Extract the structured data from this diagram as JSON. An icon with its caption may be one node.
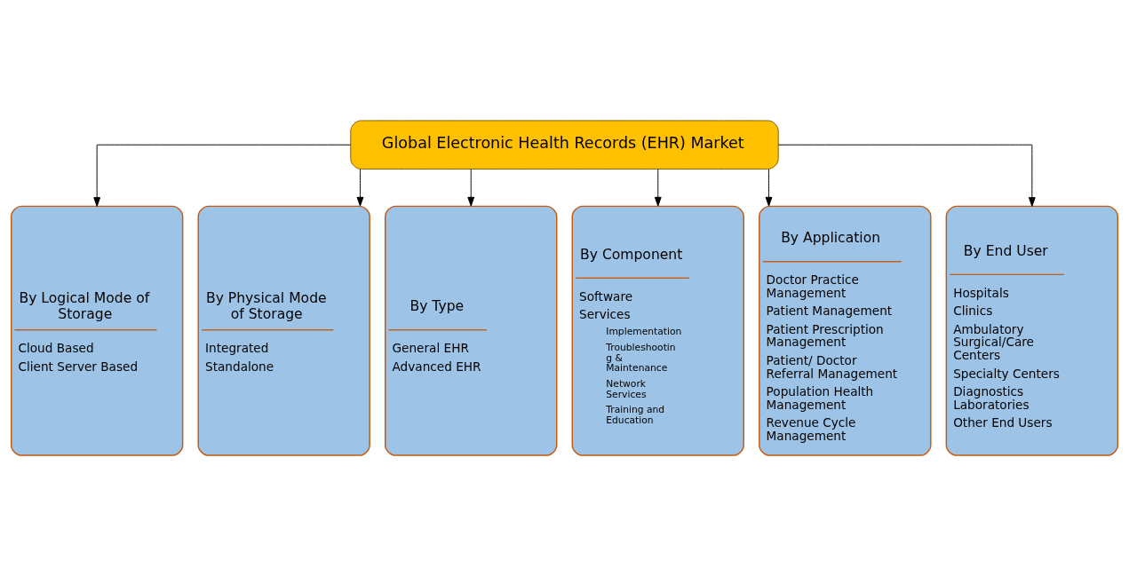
{
  "diagram": {
    "nodes": [
      {
        "text": [
          "Global Electronic Health Records (EHR) Market"
        ]
      },
      {
        "text": [
          "By Logical Mode of Storage",
          "Cloud Based",
          "Client Server Based"
        ]
      },
      {
        "text": [
          "By Physical Mode of Storage",
          "Integrated",
          "Standalone"
        ]
      },
      {
        "text": [
          "By Type",
          "General EHR",
          "Advanced EHR"
        ]
      },
      {
        "text": [
          "By Component",
          "Software",
          "Services",
          "Implementation",
          "Troubleshooting & Maintenance",
          "Network Services",
          "Training and Education"
        ]
      },
      {
        "text": [
          "By Application",
          "Doctor Practice Management",
          "Patient Management",
          "Patient Prescription Management",
          "Patient/ Doctor Referral Management",
          "Population Health Management",
          "Revenue Cycle Management"
        ]
      },
      {
        "text": [
          "By End User",
          "Hospitals",
          "Clinics",
          "Ambulatory Surgical/Care Centers",
          "Specialty Centers",
          "Diagnostics Laboratories",
          "Other End Users"
        ]
      }
    ],
    "edges": [
      {
        "from": 0,
        "to": 1,
        "arrow": "to"
      },
      {
        "from": 0,
        "to": 2,
        "arrow": "to"
      },
      {
        "from": 0,
        "to": 3,
        "arrow": "to"
      },
      {
        "from": 0,
        "to": 4,
        "arrow": "to"
      },
      {
        "from": 0,
        "to": 5,
        "arrow": "to"
      },
      {
        "from": 0,
        "to": 6,
        "arrow": "to"
      }
    ]
  }
}
